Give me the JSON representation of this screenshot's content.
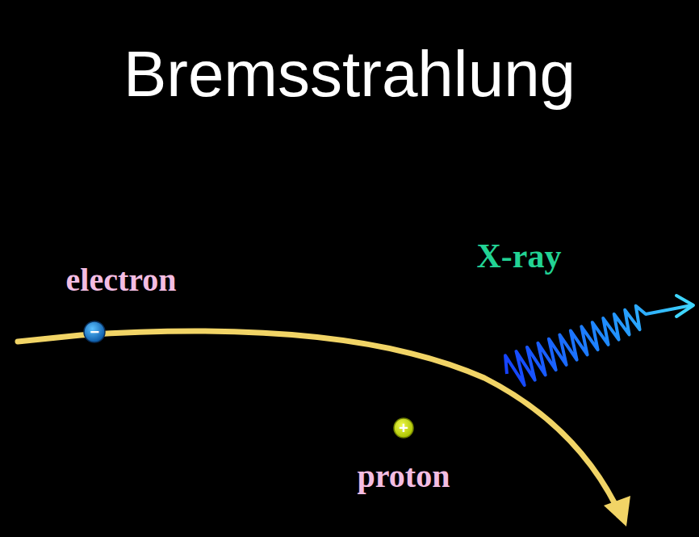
{
  "diagram": {
    "title": "Bremsstrahlung",
    "nodes": [
      {
        "text": [
          "electron",
          "−"
        ]
      },
      {
        "text": [
          "proton",
          "+"
        ]
      }
    ],
    "labels": [
      "X-ray"
    ]
  }
}
